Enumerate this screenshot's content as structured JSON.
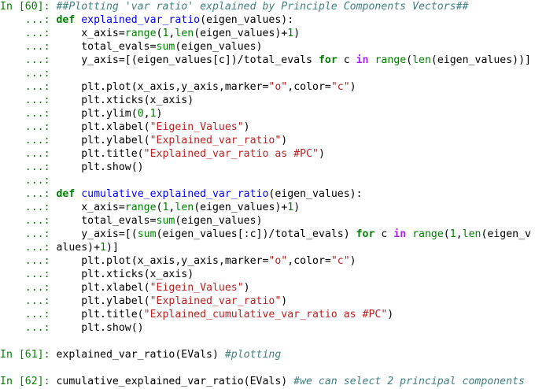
{
  "console": {
    "lines": [
      [
        {
          "t": "In [60]: ",
          "c": "prompt"
        },
        {
          "t": "##Plotting 'var ratio' explained by Principle Components Vectors##",
          "c": "cm"
        }
      ],
      [
        {
          "t": "    ...: ",
          "c": "prompt"
        },
        {
          "t": "def ",
          "c": "kw"
        },
        {
          "t": "explained_var_ratio",
          "c": "fn"
        },
        {
          "t": "(eigen_values):",
          "c": ""
        }
      ],
      [
        {
          "t": "    ...: ",
          "c": "prompt"
        },
        {
          "t": "    x_axis=",
          "c": ""
        },
        {
          "t": "range",
          "c": "bi"
        },
        {
          "t": "(",
          "c": ""
        },
        {
          "t": "1",
          "c": "num"
        },
        {
          "t": ",",
          "c": ""
        },
        {
          "t": "len",
          "c": "bi"
        },
        {
          "t": "(eigen_values)+",
          "c": ""
        },
        {
          "t": "1",
          "c": "num"
        },
        {
          "t": ")",
          "c": ""
        }
      ],
      [
        {
          "t": "    ...: ",
          "c": "prompt"
        },
        {
          "t": "    total_evals=",
          "c": ""
        },
        {
          "t": "sum",
          "c": "bi"
        },
        {
          "t": "(eigen_values)",
          "c": ""
        }
      ],
      [
        {
          "t": "    ...: ",
          "c": "prompt"
        },
        {
          "t": "    y_axis=[(eigen_values[c])/total_evals ",
          "c": ""
        },
        {
          "t": "for",
          "c": "kw"
        },
        {
          "t": " c ",
          "c": ""
        },
        {
          "t": "in",
          "c": "op"
        },
        {
          "t": " ",
          "c": ""
        },
        {
          "t": "range",
          "c": "bi"
        },
        {
          "t": "(",
          "c": ""
        },
        {
          "t": "len",
          "c": "bi"
        },
        {
          "t": "(eigen_values))]",
          "c": ""
        }
      ],
      [
        {
          "t": "    ...: ",
          "c": "prompt"
        }
      ],
      [
        {
          "t": "    ...: ",
          "c": "prompt"
        },
        {
          "t": "    plt.plot(x_axis,y_axis,marker=",
          "c": ""
        },
        {
          "t": "\"o\"",
          "c": "str"
        },
        {
          "t": ",color=",
          "c": ""
        },
        {
          "t": "\"c\"",
          "c": "str"
        },
        {
          "t": ")",
          "c": ""
        }
      ],
      [
        {
          "t": "    ...: ",
          "c": "prompt"
        },
        {
          "t": "    plt.xticks(x_axis)",
          "c": ""
        }
      ],
      [
        {
          "t": "    ...: ",
          "c": "prompt"
        },
        {
          "t": "    plt.ylim(",
          "c": ""
        },
        {
          "t": "0",
          "c": "num"
        },
        {
          "t": ",",
          "c": ""
        },
        {
          "t": "1",
          "c": "num"
        },
        {
          "t": ")",
          "c": ""
        }
      ],
      [
        {
          "t": "    ...: ",
          "c": "prompt"
        },
        {
          "t": "    plt.xlabel(",
          "c": ""
        },
        {
          "t": "\"Eigein_Values\"",
          "c": "str"
        },
        {
          "t": ")",
          "c": ""
        }
      ],
      [
        {
          "t": "    ...: ",
          "c": "prompt"
        },
        {
          "t": "    plt.ylabel(",
          "c": ""
        },
        {
          "t": "\"Explained_var_ratio\"",
          "c": "str"
        },
        {
          "t": ")",
          "c": ""
        }
      ],
      [
        {
          "t": "    ...: ",
          "c": "prompt"
        },
        {
          "t": "    plt.title(",
          "c": ""
        },
        {
          "t": "\"Explained_var_ratio as #PC\"",
          "c": "str"
        },
        {
          "t": ")",
          "c": ""
        }
      ],
      [
        {
          "t": "    ...: ",
          "c": "prompt"
        },
        {
          "t": "    plt.show()",
          "c": ""
        }
      ],
      [
        {
          "t": "    ...: ",
          "c": "prompt"
        }
      ],
      [
        {
          "t": "    ...: ",
          "c": "prompt"
        },
        {
          "t": "def ",
          "c": "kw"
        },
        {
          "t": "cumulative_explained_var_ratio",
          "c": "fn"
        },
        {
          "t": "(eigen_values):",
          "c": ""
        }
      ],
      [
        {
          "t": "    ...: ",
          "c": "prompt"
        },
        {
          "t": "    x_axis=",
          "c": ""
        },
        {
          "t": "range",
          "c": "bi"
        },
        {
          "t": "(",
          "c": ""
        },
        {
          "t": "1",
          "c": "num"
        },
        {
          "t": ",",
          "c": ""
        },
        {
          "t": "len",
          "c": "bi"
        },
        {
          "t": "(eigen_values)+",
          "c": ""
        },
        {
          "t": "1",
          "c": "num"
        },
        {
          "t": ")",
          "c": ""
        }
      ],
      [
        {
          "t": "    ...: ",
          "c": "prompt"
        },
        {
          "t": "    total_evals=",
          "c": ""
        },
        {
          "t": "sum",
          "c": "bi"
        },
        {
          "t": "(eigen_values)",
          "c": ""
        }
      ],
      [
        {
          "t": "    ...: ",
          "c": "prompt"
        },
        {
          "t": "    y_axis=[(",
          "c": ""
        },
        {
          "t": "sum",
          "c": "bi"
        },
        {
          "t": "(eigen_values[:c])/total_evals) ",
          "c": ""
        },
        {
          "t": "for",
          "c": "kw"
        },
        {
          "t": " c ",
          "c": ""
        },
        {
          "t": "in",
          "c": "op"
        },
        {
          "t": " ",
          "c": ""
        },
        {
          "t": "range",
          "c": "bi"
        },
        {
          "t": "(",
          "c": ""
        },
        {
          "t": "1",
          "c": "num"
        },
        {
          "t": ",",
          "c": ""
        },
        {
          "t": "len",
          "c": "bi"
        },
        {
          "t": "(eigen_v",
          "c": ""
        }
      ],
      [
        {
          "t": "    ...: ",
          "c": "prompt"
        },
        {
          "t": "alues)+",
          "c": ""
        },
        {
          "t": "1",
          "c": "num"
        },
        {
          "t": ")]",
          "c": ""
        }
      ],
      [
        {
          "t": "    ...: ",
          "c": "prompt"
        },
        {
          "t": "    plt.plot(x_axis,y_axis,marker=",
          "c": ""
        },
        {
          "t": "\"o\"",
          "c": "str"
        },
        {
          "t": ",color=",
          "c": ""
        },
        {
          "t": "\"c\"",
          "c": "str"
        },
        {
          "t": ")",
          "c": ""
        }
      ],
      [
        {
          "t": "    ...: ",
          "c": "prompt"
        },
        {
          "t": "    plt.xticks(x_axis)",
          "c": ""
        }
      ],
      [
        {
          "t": "    ...: ",
          "c": "prompt"
        },
        {
          "t": "    plt.xlabel(",
          "c": ""
        },
        {
          "t": "\"Eigein_Values\"",
          "c": "str"
        },
        {
          "t": ")",
          "c": ""
        }
      ],
      [
        {
          "t": "    ...: ",
          "c": "prompt"
        },
        {
          "t": "    plt.ylabel(",
          "c": ""
        },
        {
          "t": "\"Explained_var_ratio\"",
          "c": "str"
        },
        {
          "t": ")",
          "c": ""
        }
      ],
      [
        {
          "t": "    ...: ",
          "c": "prompt"
        },
        {
          "t": "    plt.title(",
          "c": ""
        },
        {
          "t": "\"Explained_cumulative_var_ratio as #PC\"",
          "c": "str"
        },
        {
          "t": ")",
          "c": ""
        }
      ],
      [
        {
          "t": "    ...: ",
          "c": "prompt"
        },
        {
          "t": "    plt.show()",
          "c": ""
        }
      ],
      [],
      [
        {
          "t": "In [61]: ",
          "c": "prompt"
        },
        {
          "t": "explained_var_ratio(EVals) ",
          "c": ""
        },
        {
          "t": "#plotting",
          "c": "cm"
        }
      ],
      [],
      [
        {
          "t": "In [62]: ",
          "c": "prompt"
        },
        {
          "t": "cumulative_explained_var_ratio(EVals) ",
          "c": ""
        },
        {
          "t": "#we can select 2 principal components",
          "c": "cm"
        }
      ]
    ]
  }
}
